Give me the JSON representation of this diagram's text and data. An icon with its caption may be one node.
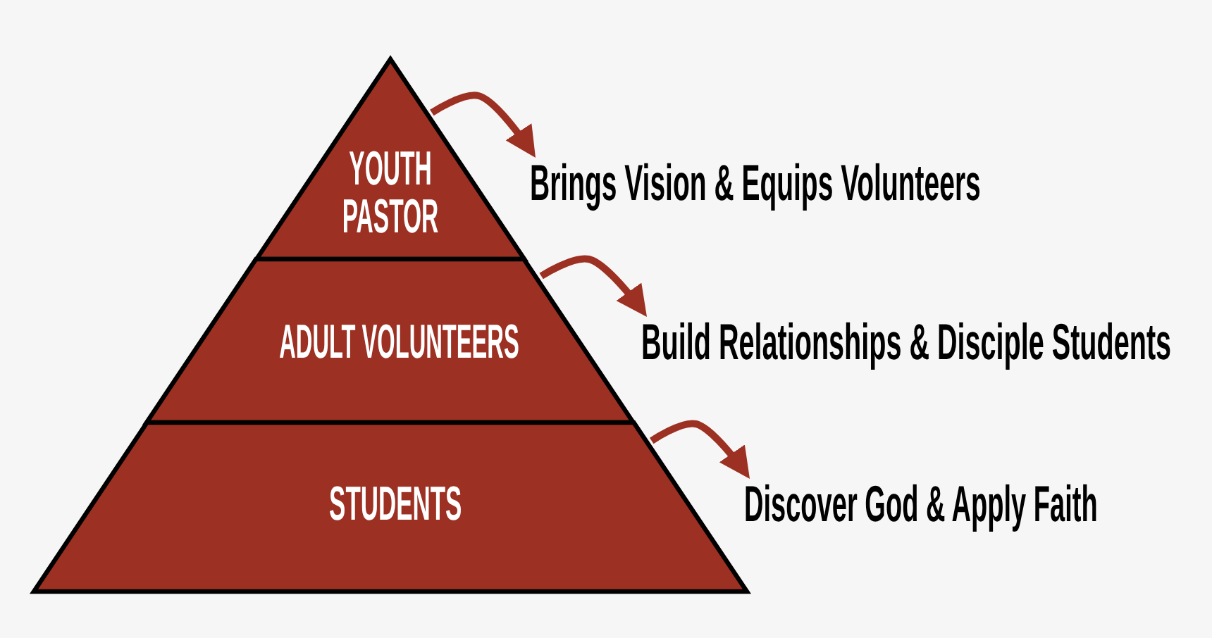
{
  "diagram": {
    "nodes": [
      {
        "text": [
          "YOUTH PASTOR"
        ]
      },
      {
        "text": [
          "ADULT VOLUNTEERS"
        ]
      },
      {
        "text": [
          "STUDENTS"
        ]
      },
      {
        "text": [
          "Brings Vision & Equips Volunteers"
        ]
      },
      {
        "text": [
          "Build Relationships & Disciple Students"
        ]
      },
      {
        "text": [
          "Discover God & Apply Faith"
        ]
      }
    ],
    "edges": [
      {
        "from": 0,
        "to": 3,
        "arrow": "to"
      },
      {
        "from": 1,
        "to": 4,
        "arrow": "to"
      },
      {
        "from": 2,
        "to": 5,
        "arrow": "to"
      }
    ]
  }
}
